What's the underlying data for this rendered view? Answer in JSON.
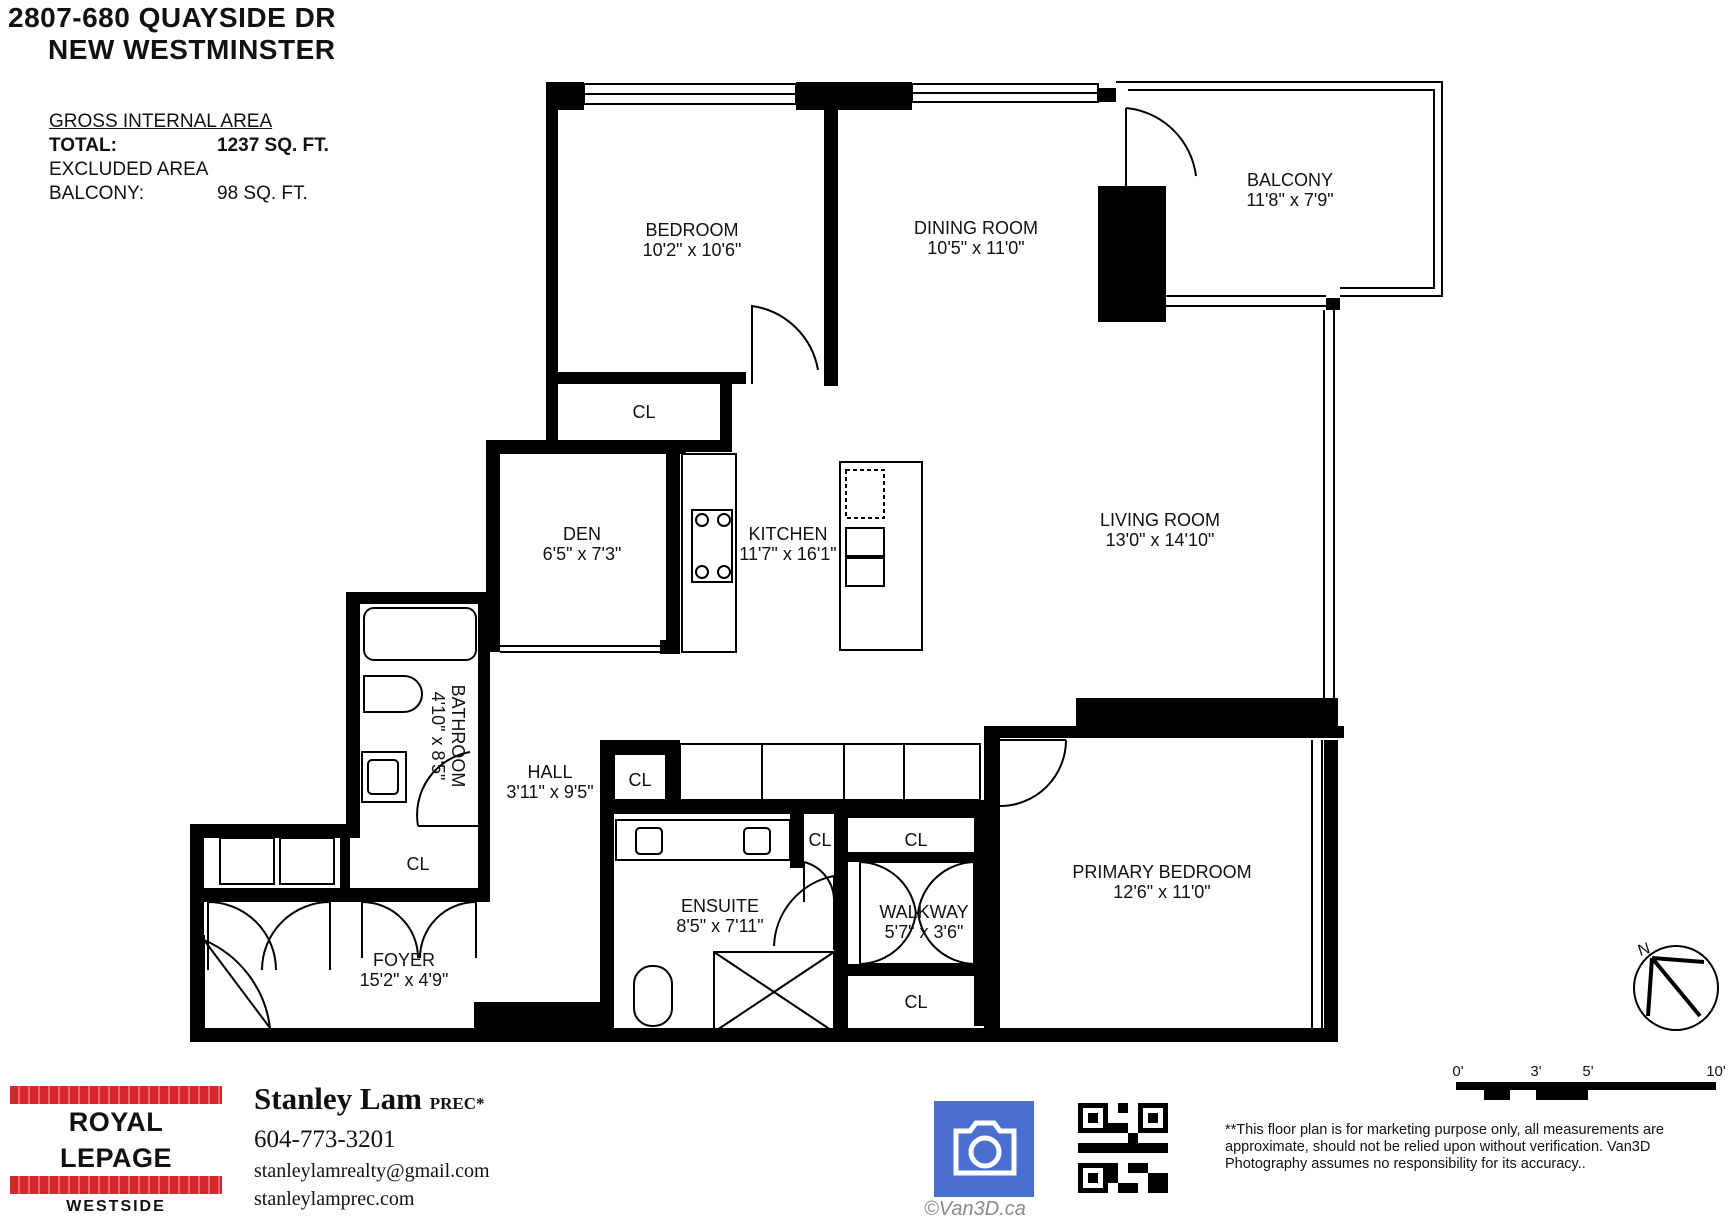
{
  "header": {
    "line1": "2807-680 QUAYSIDE DR",
    "line2": "NEW WESTMINSTER"
  },
  "area": {
    "gross_title": "GROSS INTERNAL AREA",
    "total_label": "TOTAL:",
    "total_value": "1237 SQ. FT.",
    "excluded_title": "EXCLUDED AREA",
    "balcony_label": "BALCONY:",
    "balcony_value": "98 SQ. FT."
  },
  "rooms": {
    "bedroom": {
      "name": "BEDROOM",
      "dims": "10'2\" x 10'6\""
    },
    "dining": {
      "name": "DINING ROOM",
      "dims": "10'5\" x 11'0\""
    },
    "balcony": {
      "name": "BALCONY",
      "dims": "11'8\" x 7'9\""
    },
    "cl1": {
      "name": "CL"
    },
    "den": {
      "name": "DEN",
      "dims": "6'5\" x 7'3\""
    },
    "kitchen": {
      "name": "KITCHEN",
      "dims": "11'7\" x 16'1\""
    },
    "living": {
      "name": "LIVING ROOM",
      "dims": "13'0\" x 14'10\""
    },
    "bathroom": {
      "name": "BATHROOM",
      "dims": "4'10\" x 8'5\""
    },
    "hall": {
      "name": "HALL",
      "dims": "3'11\" x 9'5\""
    },
    "cl2": {
      "name": "CL"
    },
    "cl3": {
      "name": "CL"
    },
    "foyer": {
      "name": "FOYER",
      "dims": "15'2\" x 4'9\""
    },
    "ensuite": {
      "name": "ENSUITE",
      "dims": "8'5\" x 7'11\""
    },
    "cl4": {
      "name": "CL"
    },
    "cl5": {
      "name": "CL"
    },
    "walkway": {
      "name": "WALKWAY",
      "dims": "5'7\" x 3'6\""
    },
    "cl6": {
      "name": "CL"
    },
    "primary": {
      "name": "PRIMARY BEDROOM",
      "dims": "12'6\" x 11'0\""
    }
  },
  "compass": {
    "label": "N"
  },
  "scale": {
    "t0": "0'",
    "t3": "3'",
    "t5": "5'",
    "t10": "10'"
  },
  "brand": {
    "line1": "ROYAL LEPAGE",
    "line2": "WESTSIDE"
  },
  "agent": {
    "name": "Stanley Lam",
    "suffix": "PREC*",
    "phone": "604-773-3201",
    "email": "stanleylamrealty@gmail.com",
    "website": "stanleylamprec.com"
  },
  "photo": {
    "credit": "©Van3D.ca"
  },
  "disclaimer": "**This floor plan is for marketing purpose only, all measurements are approximate, should not be relied upon without verification. Van3D Photography assumes no responsibility for its accuracy.."
}
